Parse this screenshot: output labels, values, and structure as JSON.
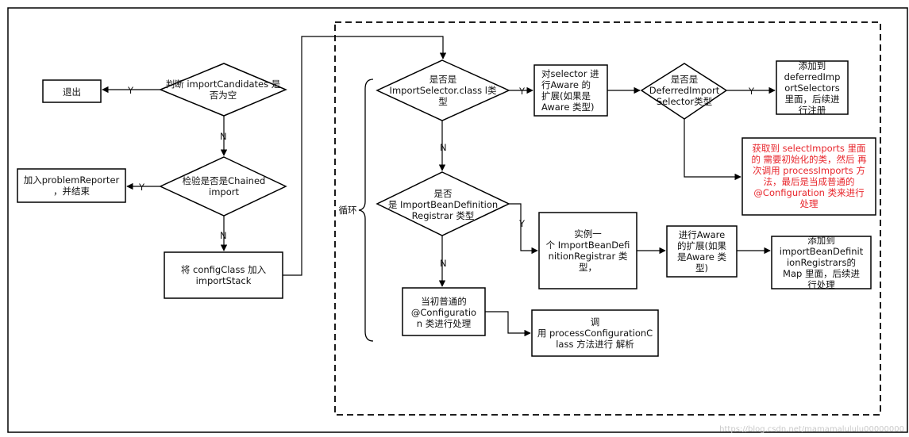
{
  "nodes": {
    "judge_empty": "判断 importCandidates 是\n否为空",
    "exit": "退出",
    "check_chained": "检验是否是Chained\nimport",
    "add_reporter": "加入problemReporter\n，并结束",
    "push_stack": "将 configClass 加入\nimportStack",
    "is_selector": "是否是\nImportSelector.class l类\n型",
    "selector_aware": "对selector 进\n行Aware 的\n扩展(如果是\nAware 类型)",
    "is_deferred": "是否是\nDeferredImport\nSelector类型",
    "add_deferred": "添加到\ndeferredImp\nortSelectors\n里面，后续进\n行注册",
    "get_imports": "获取到 selectImports 里面\n的 需要初始化的类，然后 再\n次调用 processImports 方\n法，最后是当成普通的\n@Configuration 类来进行\n处理",
    "is_registrar": "是否\n是 ImportBeanDefinition\nRegistrar 类型",
    "instantiate": "实例一\n个 ImportBeanDefi\nnitionRegistrar 类\n型，",
    "registrar_aware": "进行Aware\n的扩展(如果\n是Aware 类\n型)",
    "add_registrar": "添加到\nimportBeanDefinit\nionRegistrars的\nMap 里面，后续进\n行处理",
    "as_config": "当初普通的\n@Configuratio\nn 类进行处理",
    "call_process": "调\n用 processConfigurationC\nlass 方法进行 解析",
    "loop": "循环"
  },
  "edges": {
    "y": "Y",
    "n": "N"
  },
  "colors": {
    "line": "#000000",
    "highlight_text": "#e8262c",
    "background": "#ffffff"
  },
  "watermark": "https://blog.csdn.net/mamamalululu00000000"
}
